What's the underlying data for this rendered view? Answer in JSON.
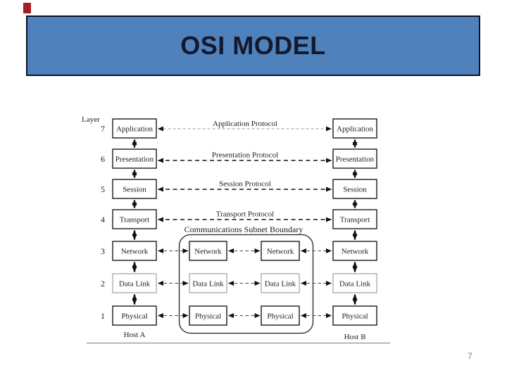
{
  "slide": {
    "title": "OSI MODEL",
    "page_number": "7"
  },
  "colors": {
    "title_bar_fill": "#4f81bd",
    "title_bar_border": "#0c1222",
    "title_text": "#14192b",
    "red_mark": "#a61e22",
    "page_number": "#7f7f7f",
    "diagram_ink": "#1a1a1a"
  },
  "diagram": {
    "layer_header": "Layer",
    "layers": [
      {
        "num": "7",
        "name": "Application",
        "protocol": "Application Protocol"
      },
      {
        "num": "6",
        "name": "Presentation",
        "protocol": "Presentation Protocol"
      },
      {
        "num": "5",
        "name": "Session",
        "protocol": "Session Protocol"
      },
      {
        "num": "4",
        "name": "Transport",
        "protocol": "Transport Protocol"
      },
      {
        "num": "3",
        "name": "Network"
      },
      {
        "num": "2",
        "name": "Data Link"
      },
      {
        "num": "1",
        "name": "Physical"
      }
    ],
    "subnet_label": "Communications Subnet Boundary",
    "subnet_nodes": [
      "Network",
      "Data Link",
      "Physical"
    ],
    "host_a": "Host A",
    "host_b": "Host B"
  }
}
